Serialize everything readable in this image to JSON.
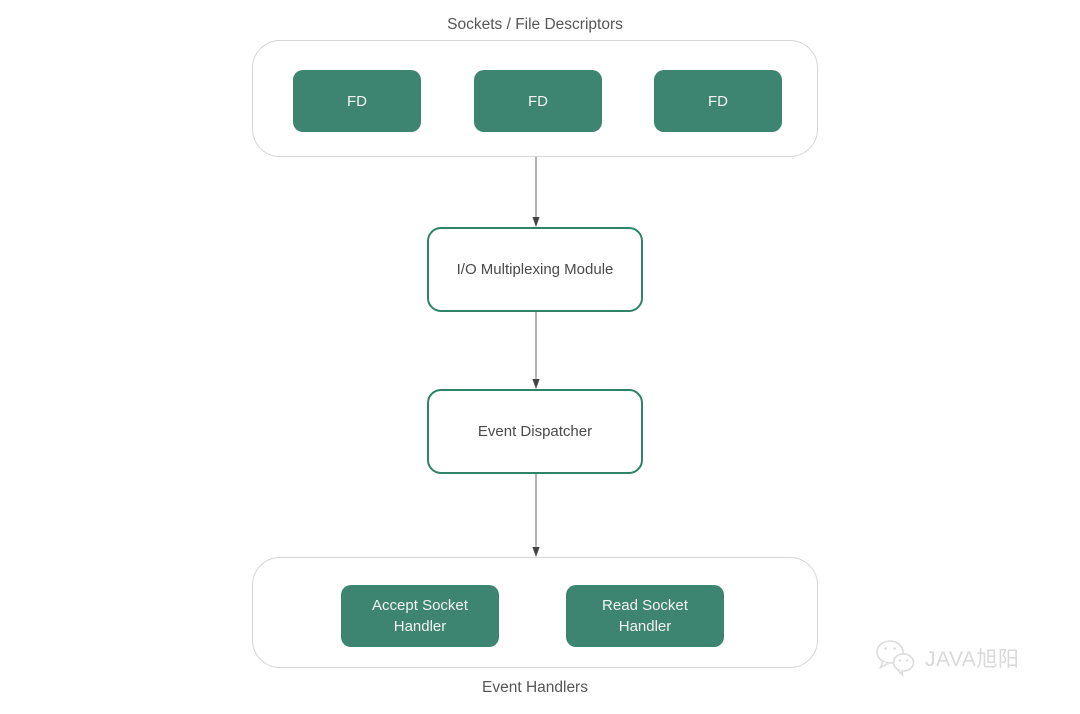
{
  "diagram": {
    "top_group": {
      "title": "Sockets / File Descriptors",
      "boxes": [
        "FD",
        "FD",
        "FD"
      ]
    },
    "middle_boxes": [
      {
        "label": "I/O Multiplexing Module"
      },
      {
        "label": "Event Dispatcher"
      }
    ],
    "bottom_group": {
      "label": "Event Handlers",
      "boxes": [
        "Accept Socket Handler",
        "Read Socket Handler"
      ]
    },
    "watermark": {
      "icon": "wechat-icon",
      "text": "JAVA旭阳"
    },
    "colors": {
      "node_green": "#3d8570",
      "node_border_green": "#2e8465",
      "container_border_gray": "#d6d6d6",
      "label_gray": "#565656",
      "node_text_white": "#f2f2f2",
      "arrow_line_gray": "#a0a0a0",
      "arrowhead_dark": "#454545",
      "watermark_gray": "#d9d9d9"
    }
  }
}
